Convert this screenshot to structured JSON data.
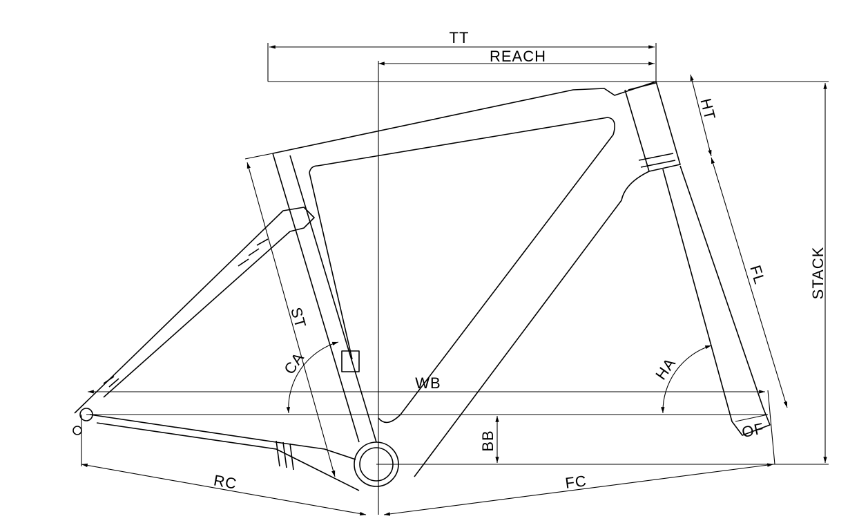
{
  "diagram": {
    "title": "Bicycle frame geometry",
    "labels": {
      "tt": "TT",
      "reach": "REACH",
      "ht": "HT",
      "stack": "STACK",
      "fl": "FL",
      "st": "ST",
      "ca": "CA",
      "ha": "HA",
      "wb": "WB",
      "bb": "BB",
      "of": "OF",
      "rc": "RC",
      "fc": "FC"
    }
  }
}
